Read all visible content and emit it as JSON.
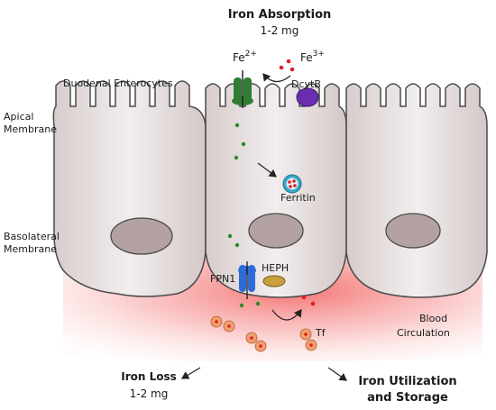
{
  "title": "Iron Absorption",
  "absorption_amount": "1-2 mg",
  "labels": {
    "fe2": "Fe",
    "fe2_sup": "2+",
    "fe3": "Fe",
    "fe3_sup": "3+",
    "dcytb": "DcytB",
    "enterocytes": "Duodenal Enterocytes",
    "apical_1": "Apical",
    "apical_2": "Membrane",
    "ferritin": "Ferritin",
    "basolateral_1": "Basolateral",
    "basolateral_2": "Membrane",
    "fpn1": "FPN1",
    "heph": "HEPH",
    "blood_1": "Blood",
    "blood_2": "Circulation",
    "tf": "Tf",
    "loss_title": "Iron Loss",
    "loss_amount": "1-2 mg",
    "util_1": "Iron Utilization",
    "util_2": "and Storage"
  },
  "colors": {
    "cell_fill": "#e8e2e2",
    "cell_stroke": "#4a4a4a",
    "nucleus": "#b4a2a2",
    "blood": "#f25a5a",
    "dmt1": "#2f7d32",
    "dcytb": "#6a2fb0",
    "fpn1": "#2e6bd6",
    "heph": "#c9a03c",
    "ferritin": "#3aa9c9",
    "fe2_dot": "#2a8a2a",
    "fe3_dot": "#e02020",
    "tf": "#f0a070"
  }
}
